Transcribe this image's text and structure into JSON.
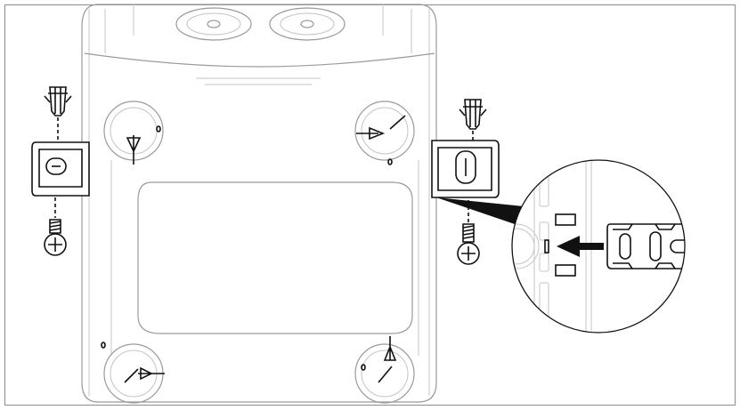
{
  "diagram": {
    "kind": "mounting-instruction",
    "colors": {
      "line": "#111111",
      "body": "#9a9a9a",
      "frame": "#8c8c8c",
      "background": "#ffffff"
    },
    "icons": [
      "enclosure",
      "wall-plug",
      "screw",
      "mounting-bracket",
      "magnifier-detail",
      "insert-arrow"
    ]
  }
}
